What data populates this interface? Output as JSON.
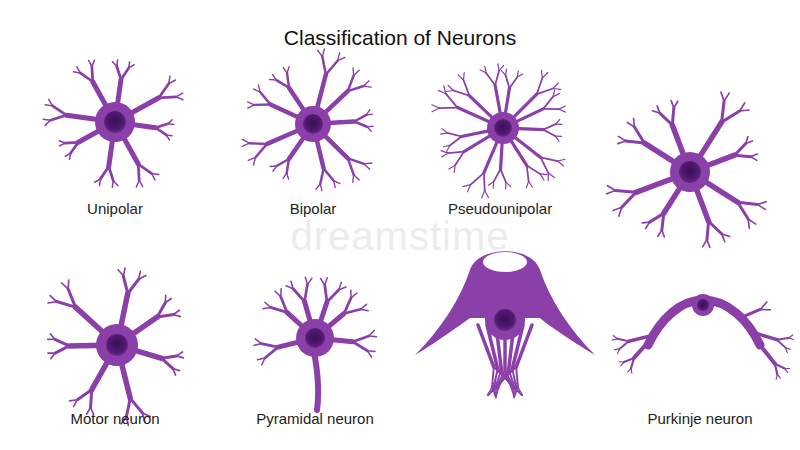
{
  "diagram": {
    "title": "Classification of Neurons",
    "labels": [
      "Unipolar",
      "Bipolar",
      "Pseudounipolar",
      "Motor neuron",
      "Pyramidal neuron",
      "Purkinje neuron",
      "dreamstime"
    ]
  }
}
